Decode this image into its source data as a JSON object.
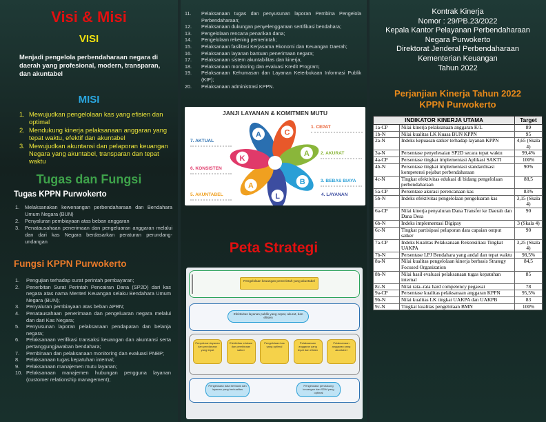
{
  "left": {
    "visi_misi_title": "Visi & Misi",
    "visi_heading": "VISI",
    "visi_text": "Menjadi pengelola perbendaharaan negara di daerah yang profesional, modern, transparan, dan akuntabel",
    "misi_heading": "MISI",
    "misi_items": [
      {
        "n": "1.",
        "t": "Mewujudkan pengelolaan kas yang efisien dan optimal"
      },
      {
        "n": "2.",
        "t": "Mendukung kinerja pelaksanaan anggaran yang tepat waktu, efektif dan akuntabel"
      },
      {
        "n": "3.",
        "t": "Mewujudkan akuntansi dan pelaporan keuangan Negara yang akuntabel, transparan dan tepat waktu"
      }
    ],
    "tugas_fungsi_title": "Tugas dan Fungsi",
    "tugas_heading": "Tugas KPPN Purwokerto",
    "tugas_items": [
      {
        "n": "1.",
        "t": "Melaksanakan kewenangan perbendaharaan dan Bendahara Umum Negara (BUN)"
      },
      {
        "n": "2.",
        "t": "Penyaluran pembiayaan atas beban anggaran"
      },
      {
        "n": "3.",
        "t": "Penatausahaan penerimaan dan pengeluaran anggaran melalui dan dari kas Negara berdasarkan peraturan perundang-undangan"
      }
    ],
    "fungsi_heading": "Fungsi KPPN Purwokerto",
    "fungsi_items": [
      {
        "n": "1.",
        "t": "Pengujian terhadap surat perintah pembayaran;"
      },
      {
        "n": "2.",
        "t": "Penerbitan Surat Perintah Pencairan Dana (SP2D) dari kas negara atas nama Menteri Keuangan selaku Bendahara Umum Negara (BUN);"
      },
      {
        "n": "3.",
        "t": "Penyaluran pembiayaan atas beban APBN;"
      },
      {
        "n": "4.",
        "t": "Penatausahaan penerimaan dan pengeluaran negara melalui dan dari Kas Negara;"
      },
      {
        "n": "5.",
        "t": "Penyusunan laporan pelaksanaan pendapatan dan belanja negara;"
      },
      {
        "n": "6.",
        "t": "Pelaksanaan verifikasi transaksi keuangan dan akuntansi serta pertanggungjawaban bendahara;"
      },
      {
        "n": "7.",
        "t": "Pembinaan dan pelaksanaan monitoring dan evaluasi PNBP;"
      },
      {
        "n": "8.",
        "t": "Pelaksanaan tugas kepatuhan internal;"
      },
      {
        "n": "9.",
        "t": "Pelaksanaan manajemen mutu layanan;"
      },
      {
        "n": "10.",
        "t": "Pelaksanaan manajemen hubungan pengguna layanan (customer relationship management);"
      }
    ]
  },
  "middle": {
    "fungsi_cont": [
      {
        "n": "11.",
        "t": "Pelaksanaan tugas dan penyusunan laporan Pembina Pengelola Perbendaharaan;"
      },
      {
        "n": "12.",
        "t": "Pelaksanaan dukungan penyelenggaraan sertifikasi bendahara;"
      },
      {
        "n": "13.",
        "t": "Pengelolaan rencana penarikan dana;"
      },
      {
        "n": "14.",
        "t": "Pengelolaan rekening pemerintah;"
      },
      {
        "n": "15.",
        "t": "Pelaksanaan fasilitasi Kerjasama Ekonomi dan Keuangan Daerah;"
      },
      {
        "n": "16.",
        "t": "Pelaksanaan layanan bantuan penerimaan negara;"
      },
      {
        "n": "17.",
        "t": "Pelaksanaan sistem akuntabilitas dan kinerja;"
      },
      {
        "n": "18.",
        "t": "Pelaksanaan monitoring dan evaluasi Kredit Program;"
      },
      {
        "n": "19.",
        "t": "Pelaksanaan Kehumasan dan Layanan Keterbukaan Informasi Publik (KIP);"
      },
      {
        "n": "20.",
        "t": "Pelaksanaan administrasi KPPN."
      }
    ],
    "janji_title": "JANJI LAYANAN & KOMITMEN MUTU",
    "petals": [
      {
        "letter": "A",
        "color": "#2a6fb0"
      },
      {
        "letter": "C",
        "color": "#e8582a"
      },
      {
        "letter": "A",
        "color": "#8ab63a"
      },
      {
        "letter": "B",
        "color": "#2a9fd6"
      },
      {
        "letter": "L",
        "color": "#3c4da0"
      },
      {
        "letter": "A",
        "color": "#f0a020"
      },
      {
        "letter": "K",
        "color": "#e03a6a"
      }
    ],
    "labels": {
      "l1": "1. CEPAT",
      "l2": "2. AKURAT",
      "l3": "3. BEBAS BIAYA",
      "l4": "4. LAYANAN",
      "l5": "5. AKUNTABEL",
      "l6": "6. KONSISTEN",
      "l7": "7. AKTUAL"
    },
    "colors": {
      "cepat": "#e8582a",
      "akurat": "#8ab63a",
      "bebas": "#2a9fd6",
      "layanan": "#3c4da0",
      "akuntabel": "#f0a020",
      "konsisten": "#e03a6a",
      "aktual": "#2a6fb0"
    },
    "peta_title": "Peta Strategi",
    "peta": {
      "row1_goal": "Pengelolaan keuangan pemerintah yang akuntabel",
      "row2_goal": "Efektivitas layanan publik yang cepat, akurat, dan efisien",
      "boxes": [
        "Penyaluran layanan dan pendanaan yang tepat",
        "Efektivitas edukasi dan pembinaan satker",
        "Pengelolaan kas yang optimal",
        "Pelaksanaan anggaran yang tepat dan efisien",
        "Pelaksanaan anggaran yang akuntabel"
      ],
      "bottom": [
        "Pengelolaan data berbasis dan layanan yang berkualitas",
        "Pengelolaan pendukung keuangan dan SDM yang optimal"
      ]
    }
  },
  "right": {
    "kontrak": [
      "Kontrak Kinerja",
      "Nomor : 29/PB.23/2022",
      "Kepala Kantor Pelayanan Perbendaharaan",
      "Negara Purwokerto",
      "Direktorat Jenderal Perbendaharaan",
      "Kementerian Keuangan",
      "Tahun 2022"
    ],
    "perjanjian_title": "Perjanjian Kinerja Tahun 2022",
    "perjanjian_sub": "KPPN Purwokerto",
    "table_head": {
      "indikator": "INDIKATOR KINERJA UTAMA",
      "target": "Target"
    },
    "rows": [
      {
        "code": "1a-CP",
        "name": "Nilai kinerja pelaksanaan anggaran K/L",
        "target": "89"
      },
      {
        "code": "1b-N",
        "name": "Nilai kualitas LK Kuasa BUN KPPN",
        "target": "95"
      },
      {
        "code": "2a-N",
        "name": "Indeks kepuasan satker terhadap layanan KPPN",
        "target": "4,65 (Skala 4)"
      },
      {
        "code": "3a-N",
        "name": "Persentase penyelesaian SP2D secara tepat waktu",
        "target": "99,4%"
      },
      {
        "code": "4a-CP",
        "name": "Persentase tingkat implementasi Aplikasi SAKTI",
        "target": "100%"
      },
      {
        "code": "4b-N",
        "name": "Persentase tingkat implementasi standardisasi kompetensi pejabat perbendaharaan",
        "target": "90%"
      },
      {
        "code": "4c-N",
        "name": "Tingkat efektivitas edukasi di bidang pengelolaan perbendaharaan",
        "target": "88,5"
      },
      {
        "code": "5a-CP",
        "name": "Persentase akurasi perencanaan kas",
        "target": "83%"
      },
      {
        "code": "5b-N",
        "name": "Indeks efektivitas pengelolaan pengeluaran kas",
        "target": "3,15 (Skala 4)"
      },
      {
        "code": "6a-CP",
        "name": "Nilai kinerja penyaluran Dana Transfer ke Daerah dan Dana Desa",
        "target": "90"
      },
      {
        "code": "6b-N",
        "name": "Indeks implementasi Digipay",
        "target": "3 (Skala 4)"
      },
      {
        "code": "6c-N",
        "name": "Tingkat partisipasi pelaporan data capaian output satker",
        "target": "90"
      },
      {
        "code": "7a-CP",
        "name": "Indeks Kualitas Pelaksanaan Rekonsiliasi Tingkat UAKPA",
        "target": "3,25 (Skala 4)"
      },
      {
        "code": "7b-N",
        "name": "Persentase LPJ Bendahara yang andal dan tepat waktu",
        "target": "98,5%"
      },
      {
        "code": "8a-N",
        "name": "Nilai kualitas pengelolaan kinerja berbasis Strategy Focused Organization",
        "target": "84,5"
      },
      {
        "code": "8b-N",
        "name": "Nilai hasil evaluasi pelaksanaan tugas kepatuhan internal",
        "target": "85"
      },
      {
        "code": "8c-N",
        "name": "Nilai rata–rata hard competency pegawai",
        "target": "78"
      },
      {
        "code": "9a-CP",
        "name": "Persentase kualitas pelaksanaan anggaran KPPN",
        "target": "95,5%"
      },
      {
        "code": "9b-N",
        "name": "Nilai kualitas LK tingkat UAKPA dan UAKPB",
        "target": "83"
      },
      {
        "code": "9c-N",
        "name": "Tingkat kualitas pengelolaan BMN",
        "target": "100%"
      }
    ]
  }
}
